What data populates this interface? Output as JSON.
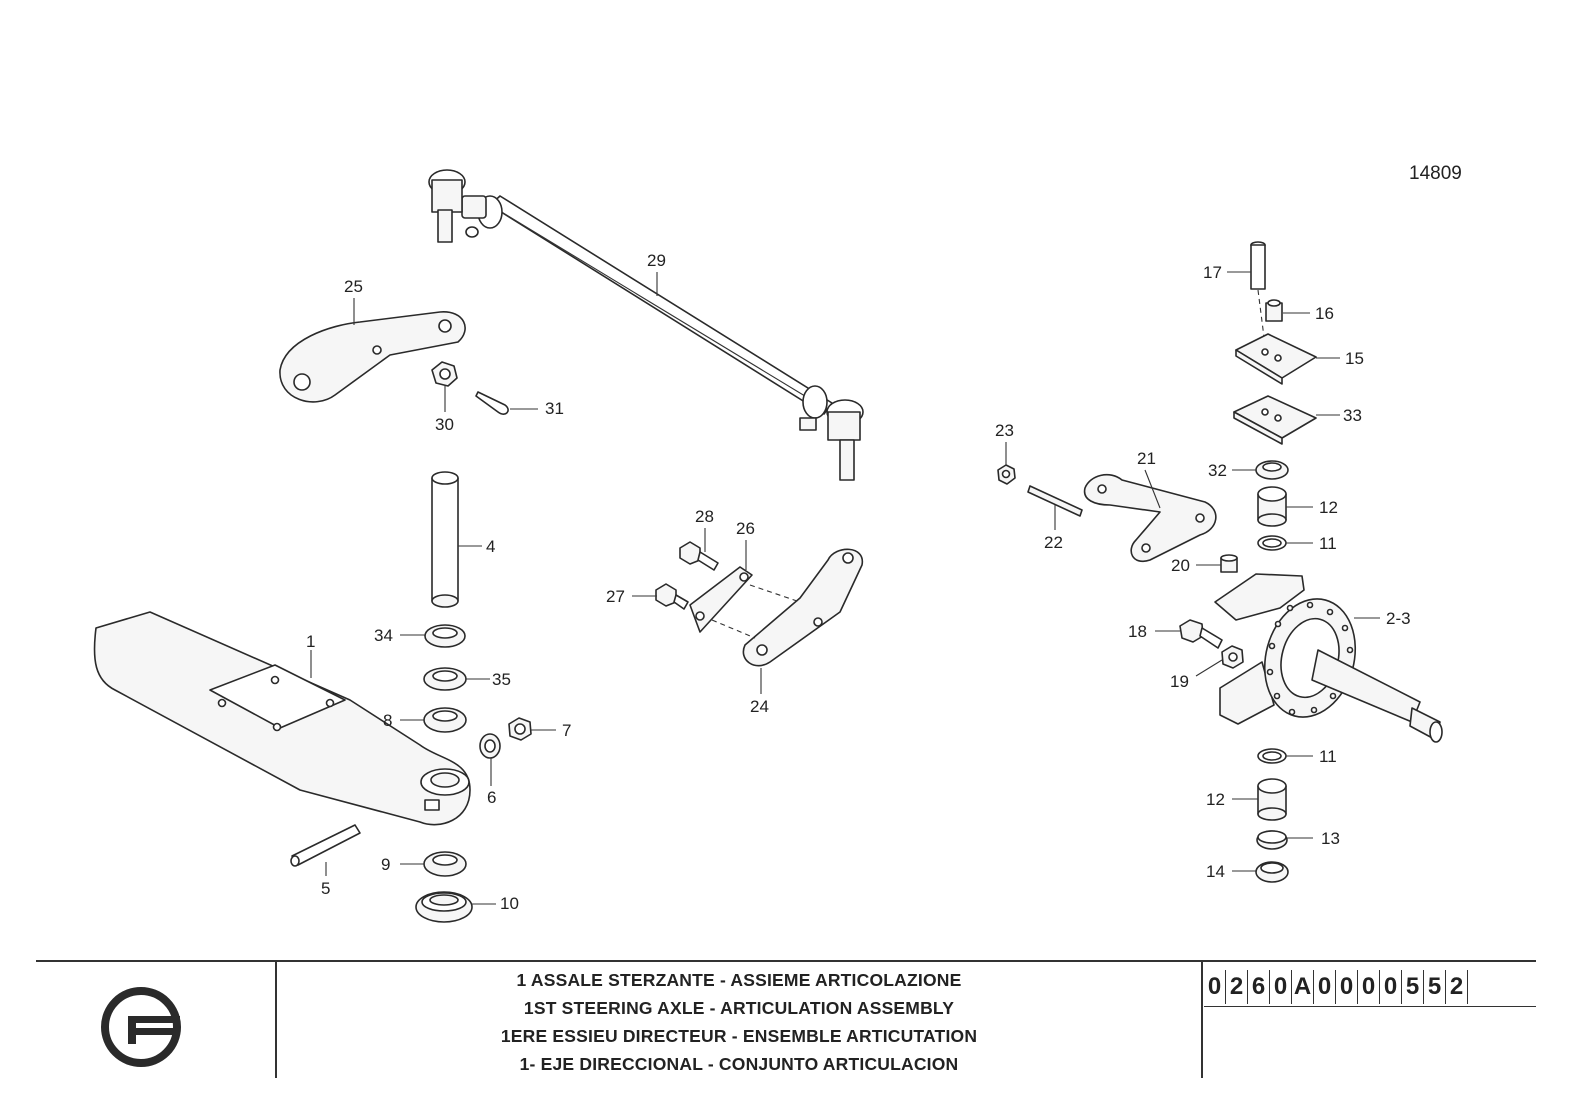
{
  "drawing_number": "14809",
  "callouts": {
    "c1": "1",
    "c2_3": "2-3",
    "c4": "4",
    "c5": "5",
    "c6": "6",
    "c7": "7",
    "c8": "8",
    "c9": "9",
    "c10": "10",
    "c11a": "11",
    "c11b": "11",
    "c12a": "12",
    "c12b": "12",
    "c13": "13",
    "c14": "14",
    "c15": "15",
    "c16": "16",
    "c17": "17",
    "c18": "18",
    "c19": "19",
    "c20": "20",
    "c21": "21",
    "c22": "22",
    "c23": "23",
    "c24": "24",
    "c25": "25",
    "c26": "26",
    "c27": "27",
    "c28": "28",
    "c29": "29",
    "c30": "30",
    "c31": "31",
    "c32": "32",
    "c33": "33",
    "c34": "34",
    "c35": "35"
  },
  "title_block": {
    "line_it": "1  ASSALE STERZANTE - ASSIEME ARTICOLAZIONE",
    "line_en": "1ST STEERING AXLE - ARTICULATION ASSEMBLY",
    "line_fr": "1ERE ESSIEU DIRECTEUR - ENSEMBLE ARTICUTATION",
    "line_es": "1- EJE DIRECCIONAL - CONJUNTO ARTICULACION",
    "code_chars": [
      "0",
      "2",
      "6",
      "0",
      "A",
      "0",
      "0",
      "0",
      "0",
      "5",
      "5",
      "2"
    ]
  },
  "logo": "company-logo-icon"
}
